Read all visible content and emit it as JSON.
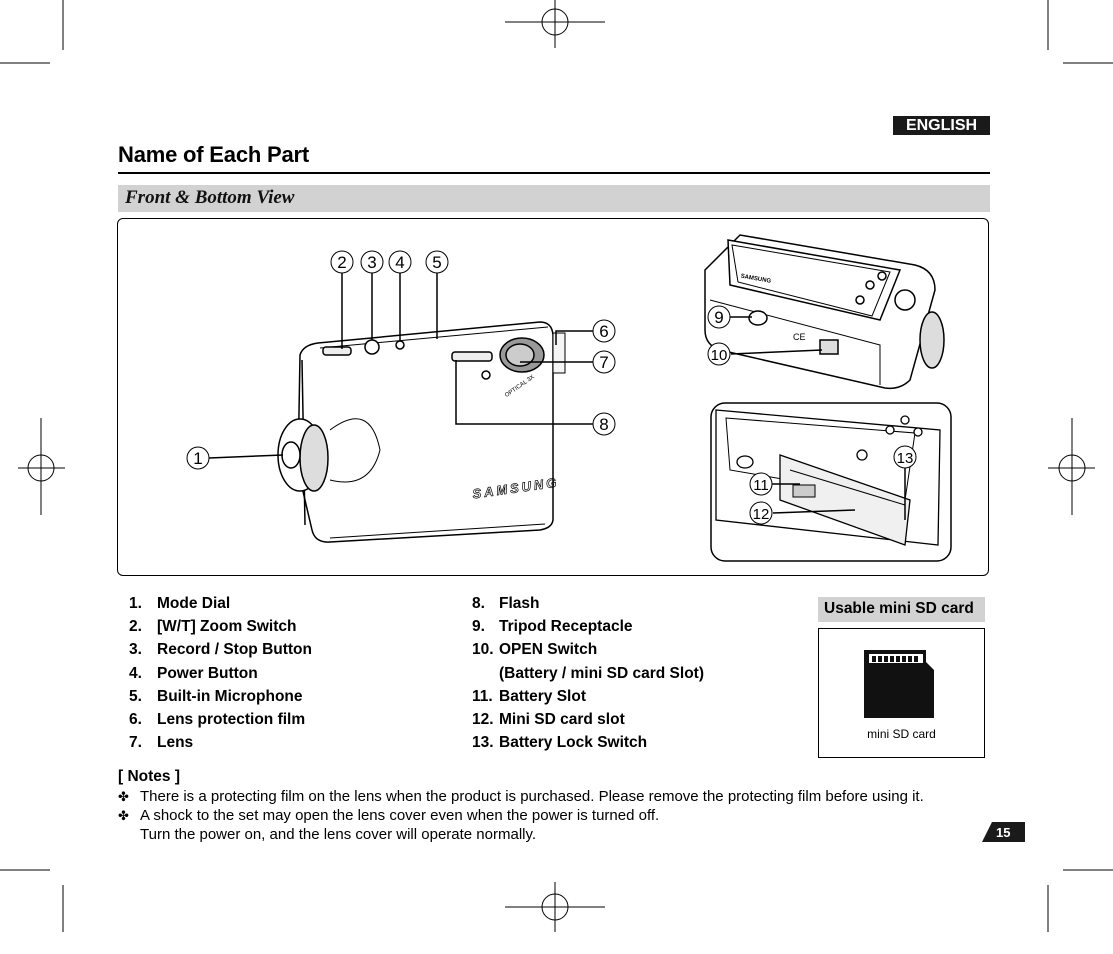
{
  "header": {
    "language": "ENGLISH",
    "page_title": "Name of Each Part"
  },
  "section": {
    "title": "Front & Bottom View"
  },
  "figure": {
    "callouts": [
      "1",
      "2",
      "3",
      "4",
      "5",
      "6",
      "7",
      "8",
      "9",
      "10",
      "11",
      "12",
      "13"
    ],
    "front_brand": "SAMSUNG",
    "top_brand": "SAMSUNG",
    "lens_text": "OPTICAL 3X"
  },
  "parts_left": [
    {
      "num": "1.",
      "label": "Mode Dial"
    },
    {
      "num": "2.",
      "label": "[W/T] Zoom Switch"
    },
    {
      "num": "3.",
      "label": "Record / Stop Button"
    },
    {
      "num": "4.",
      "label": "Power Button"
    },
    {
      "num": "5.",
      "label": "Built-in Microphone"
    },
    {
      "num": "6.",
      "label": "Lens protection film"
    },
    {
      "num": "7.",
      "label": "Lens"
    }
  ],
  "parts_right": [
    {
      "num": "8.",
      "label": "Flash"
    },
    {
      "num": "9.",
      "label": "Tripod Receptacle"
    },
    {
      "num": "10.",
      "label": "OPEN Switch"
    },
    {
      "num": "",
      "label": "(Battery / mini SD card Slot)"
    },
    {
      "num": "11.",
      "label": "Battery Slot"
    },
    {
      "num": "12.",
      "label": "Mini SD card slot"
    },
    {
      "num": "13.",
      "label": "Battery Lock Switch"
    }
  ],
  "sd_card": {
    "heading": "Usable mini SD card",
    "caption": "mini SD card"
  },
  "notes": {
    "heading": "[ Notes ]",
    "bullet_glyph": "✤",
    "items": [
      "There is a protecting film on the lens when the product is purchased. Please remove the protecting film before using it.",
      "A shock to the set may open the lens cover even when the power is turned off."
    ],
    "continuation": "Turn the power on, and the lens cover will operate normally."
  },
  "page_number": "15"
}
